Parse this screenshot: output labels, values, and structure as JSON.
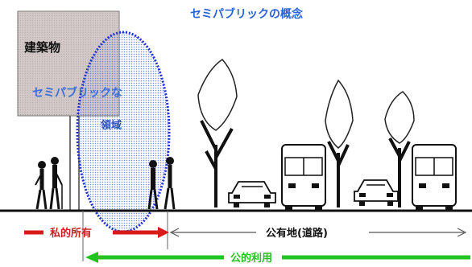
{
  "title": "セミパブリックの概念",
  "building": {
    "label": "建築物"
  },
  "semi_public": {
    "label_line1": "セミパブリックな",
    "label_line2": "領域"
  },
  "legend": {
    "private": "私的所有",
    "public_land": "公有地(道路)",
    "public_use": "公的利用"
  },
  "colors": {
    "title": "#2a63d8",
    "ellipse": "#2030d0",
    "private": "#d81b1b",
    "public_use": "#22c21f",
    "building_bg": "#d2c6c6"
  }
}
